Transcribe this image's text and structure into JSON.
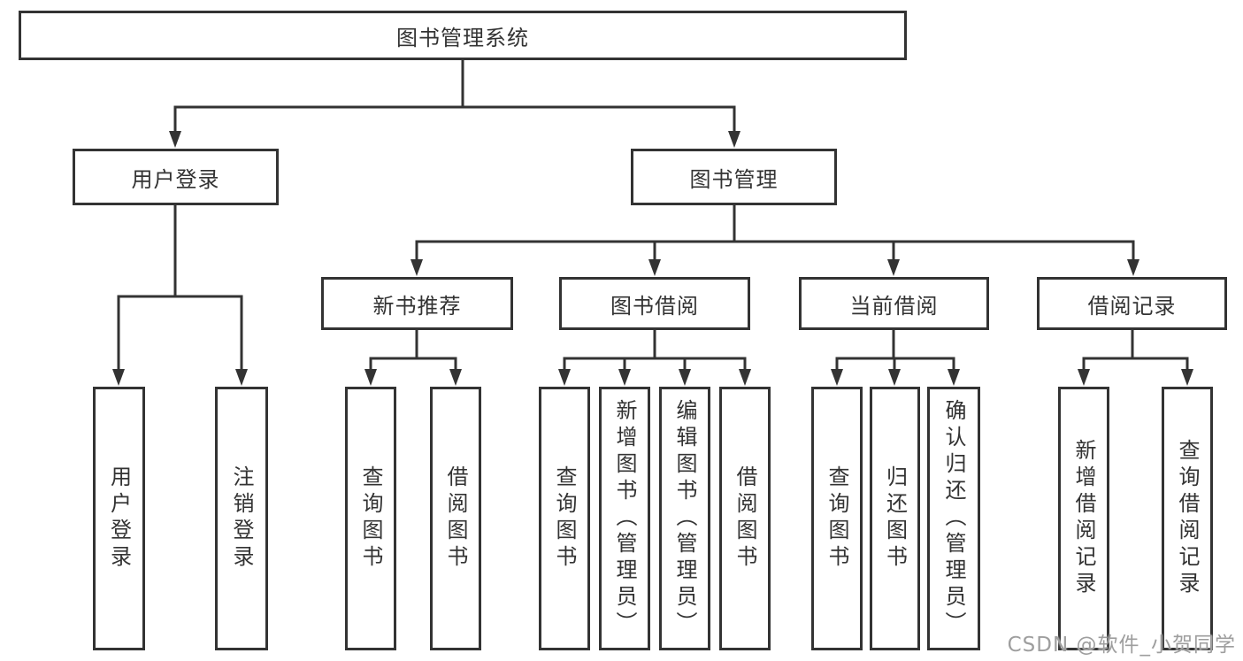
{
  "colors": {
    "line": "#333333",
    "text": "#333333",
    "background": "#ffffff",
    "watermark": "#9e9e9e"
  },
  "watermark": "CSDN @软件_小贺同学",
  "tree": {
    "root": {
      "label": "图书管理系统"
    },
    "branches": [
      {
        "label": "用户登录",
        "children": [
          {
            "label": "用户登录"
          },
          {
            "label": "注销登录"
          }
        ]
      },
      {
        "label": "图书管理",
        "children": [
          {
            "label": "新书推荐",
            "children": [
              {
                "label": "查询图书"
              },
              {
                "label": "借阅图书"
              }
            ]
          },
          {
            "label": "图书借阅",
            "children": [
              {
                "label": "查询图书"
              },
              {
                "label": "新增图书（管理员）"
              },
              {
                "label": "编辑图书（管理员）"
              },
              {
                "label": "借阅图书"
              }
            ]
          },
          {
            "label": "当前借阅",
            "children": [
              {
                "label": "查询图书"
              },
              {
                "label": "归还图书"
              },
              {
                "label": "确认归还（管理员）"
              }
            ]
          },
          {
            "label": "借阅记录",
            "children": [
              {
                "label": "新增借阅记录"
              },
              {
                "label": "查询借阅记录"
              }
            ]
          }
        ]
      }
    ]
  }
}
